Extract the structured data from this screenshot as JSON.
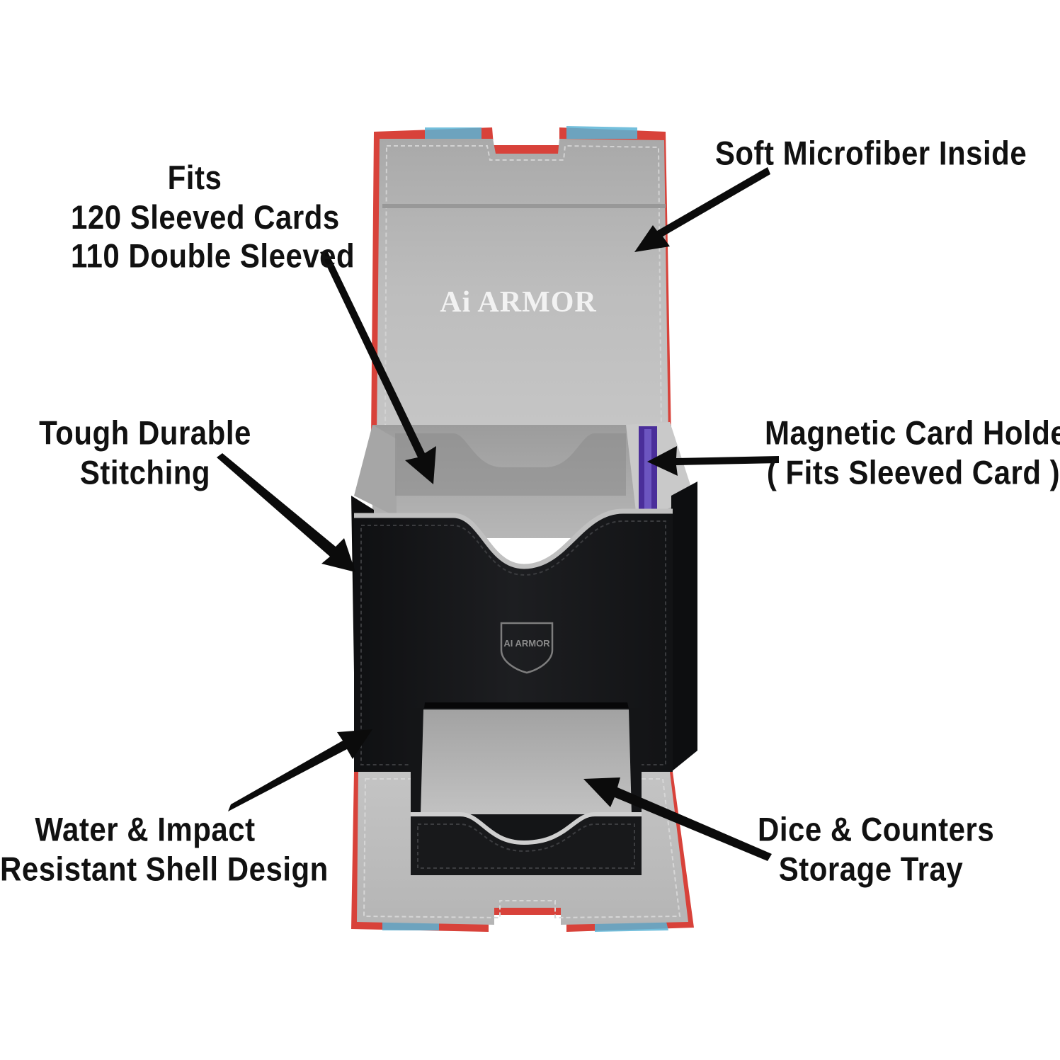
{
  "colors": {
    "background": "#ffffff",
    "leather": "#17181a",
    "microfiber": "#b9b9b9",
    "microfiber_dark": "#9e9e9e",
    "print_red": "#d8423a",
    "print_blue": "#5ab4d6",
    "card_purple": "#4a2e9a",
    "text": "#111111"
  },
  "labels": {
    "fits": {
      "line1": "Fits",
      "line2": "120 Sleeved Cards",
      "line3": "110 Double Sleeved"
    },
    "microfiber": {
      "line1": "Soft Microfiber Inside"
    },
    "stitching": {
      "line1": "Tough Durable",
      "line2": "Stitching"
    },
    "magnetic": {
      "line1": "Magnetic Card Holder",
      "line2": "( Fits Sleeved Card )"
    },
    "water": {
      "line1": "Water & Impact",
      "line2": "Resistant Shell Design"
    },
    "dice": {
      "line1": "Dice & Counters",
      "line2": "Storage Tray"
    }
  },
  "product": {
    "lid_logo": "Ai ARMOR",
    "front_logo": "AI ARMOR"
  }
}
